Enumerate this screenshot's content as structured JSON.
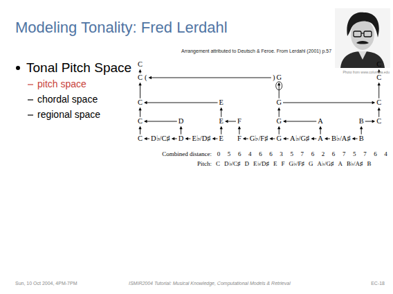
{
  "diagram": {
    "title": "Modeling Tonality: Fred Lerdahl",
    "labels": [
      "Tonal Pitch Space",
      "pitch space",
      "chordal space",
      "regional space",
      "Photo from www.columbia.edu",
      "Arrangement attributed to Deutsch & Feroe. From Lerdahl (2001) p.57",
      "C",
      "C",
      "C",
      "(",
      ")",
      "G",
      "C",
      "C",
      "E",
      "G",
      "C",
      "C",
      "D",
      "E",
      "F",
      "G",
      "A",
      "B",
      "C",
      "C",
      "D♭/C♯",
      "D",
      "E♭/D♯",
      "E",
      "F",
      "G♭/F♯",
      "G",
      "A♭/G♯",
      "A",
      "B♭/A♯",
      "B",
      "Combined distance:",
      "0",
      "5",
      "6",
      "4",
      "6",
      "6",
      "3",
      "5",
      "7",
      "6",
      "2",
      "6",
      "7",
      "5",
      "7",
      "6",
      "4",
      "Pitch:",
      "C",
      "D♭/C♯",
      "D",
      "E♭/D♯",
      "E",
      "F",
      "G♭/F♯",
      "G",
      "A♭/G♯",
      "A",
      "B♭/A♯",
      "B",
      "Sun, 10 Oct 2004, 4PM-7PM",
      "ISMIR2004 Tutorial: Musical Knowledge, Computational Models & Retrieval",
      "EC-18"
    ]
  }
}
